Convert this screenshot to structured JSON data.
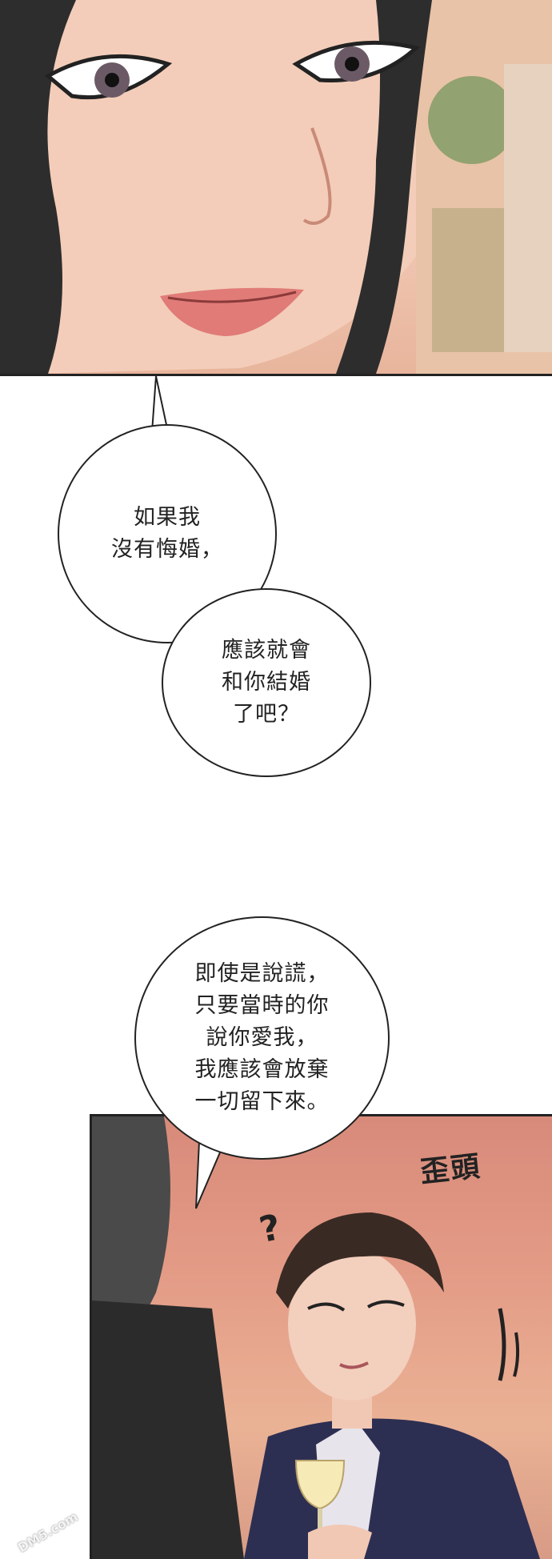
{
  "bubble_1": {
    "lines": [
      "如果我",
      "沒有悔婚，"
    ]
  },
  "bubble_2": {
    "lines": [
      "應該就會",
      "和你結婚",
      "了吧？"
    ]
  },
  "bubble_3": {
    "lines": [
      "即使是說謊，",
      "只要當時的你",
      "說你愛我，",
      "我應該會放棄",
      "一切留下來。"
    ]
  },
  "sfx": {
    "tilt": "歪頭",
    "question": "?"
  },
  "watermark": "DM5.com",
  "colors": {
    "panel1_skin": "#f1c9b4",
    "panel1_hair": "#2a2a2a",
    "panel2_sky": "#e39b86",
    "suit": "#2d2f52",
    "outline": "#222222"
  }
}
